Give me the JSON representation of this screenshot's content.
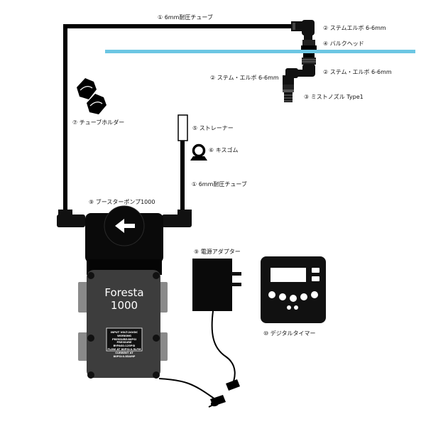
{
  "labels": {
    "tube_top": "① 6mm耐圧チューブ",
    "stem_elbow_top": "② ステムエルボ 6-6mm",
    "bulkhead": "④ バルクヘッド",
    "stem_elbow_left": "② ステム・エルボ 6-6mm",
    "stem_elbow_right": "② ステム・エルボ 6-6mm",
    "mist_nozzle": "③ ミストノズル Type1",
    "tube_holder": "⑦ チューブホルダー",
    "strainer": "⑤ ストレーナー",
    "kiss_gum": "⑥ キスゴム",
    "tube_mid": "① 6mm耐圧チューブ",
    "pump": "⑨ ブースターポンプ1000",
    "adapter": "⑨ 電源アダプター",
    "timer": "⑩ デジタルタイマー"
  },
  "pump": {
    "brand": "Foresta",
    "model": "1000",
    "plate_lines": [
      "INPUT VOLT:24VDC",
      "WORKING PRESSURE:80PSI",
      "PRESSURE BYPASS:125PSI",
      "FLOW AT 80PSI:0.5LPM",
      "CURRENT AT 80PSI:0.85AMP"
    ]
  },
  "colors": {
    "tube": "#000000",
    "water_line": "#6cc6e3",
    "pump_body": "#3d3d3d",
    "pump_head": "#0a0a0a",
    "bracket": "#8a8a8a"
  }
}
